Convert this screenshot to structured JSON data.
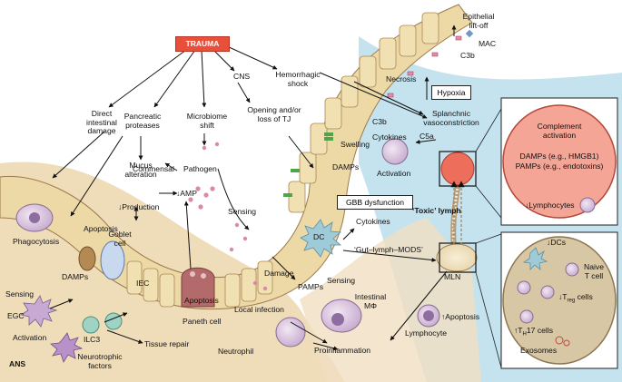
{
  "labels": {
    "trauma": "TRAUMA",
    "direct_intestinal_damage": "Direct\nintestinal\ndamage",
    "pancreatic_proteases": "Pancreatic\nproteases",
    "microbiome_shift": "Microbiome\nshift",
    "cns": "CNS",
    "hemorrhagic_shock": "Hemorrhagic\nshock",
    "opening_tj": "Opening and/or\nloss of TJ",
    "mucus_alteration": "Mucus\nalteration",
    "commensal": "Commensal",
    "pathogen": "Pathogen",
    "amp": "↓AMP",
    "production": "↓Production",
    "goblet_cell": "Goblet\ncell",
    "apoptosis_goblet": "Apoptosis",
    "iec": "IEC",
    "apoptosis_paneth": "Apoptosis",
    "paneth_cell": "Paneth cell",
    "sensing_mid": "Sensing",
    "dc": "DC",
    "cytokines_dc": "Cytokines",
    "gbb_dysfunction": "GBB dysfunction",
    "gut_lymph_mods": "‘Gut–lymph–MODS’",
    "damage": "Damage",
    "pamps": "PAMPs",
    "sensing_dc": "Sensing",
    "local_infection": "Local infection",
    "intestinal_mphi": "Intestinal\nMΦ",
    "neutrophil": "Neutrophil",
    "proinflammation": "Proinflammation",
    "lymphocyte": "Lymphocyte",
    "apoptosis_lymph": "↑Apoptosis",
    "mln": "MLN",
    "toxic_lymph": "‘Toxic’ lymph",
    "phagocytosis": "Phagocytosis",
    "damps_left": "DAMPs",
    "sensing_left": "Sensing",
    "egc": "EGC",
    "activation_left": "Activation",
    "ans": "ANS",
    "ilc3": "ILC3",
    "tissue_repair": "Tissue repair",
    "neurotrophic_factors": "Neurotrophic\nfactors",
    "swelling": "Swelling",
    "damps_mid": "DAMPs",
    "cytokines_top": "Cytokines",
    "activation_mid": "Activation",
    "c3b_mid": "C3b",
    "c5a": "C5a",
    "necrosis": "Necrosis",
    "hypoxia": "Hypoxia",
    "splanchnic_vasoconstriction": "Splanchnic\nvasoconstriction",
    "epithelial_lift_off": "Epithelial\nlift-off",
    "mac": "MAC",
    "c3b_top": "C3b"
  },
  "panel_top": {
    "complement_activation": "Complement\nactivation",
    "damps": "DAMPs (e.g., HMGB1)",
    "pamps": "PAMPs (e.g., endotoxins)",
    "lymphocytes": "↓Lymphocytes"
  },
  "panel_bottom": {
    "dcs": "↓DCs",
    "naive_t_cell": "Naive\nT cell",
    "treg": "↓T",
    "treg_sub": "reg",
    "treg_suffix": " cells",
    "th17": "↑T",
    "th17_sub": "H",
    "th17_suffix": "17 cells",
    "exosomes": "Exosomes"
  },
  "colors": {
    "trauma_red": "#e8503a",
    "tissue_tan": "#ecd9a6",
    "lumen_blue": "#c4e3ee",
    "panel_red": "#f4a596",
    "panel_tan": "#d8c7a4",
    "wall": "#d9ab7e"
  }
}
